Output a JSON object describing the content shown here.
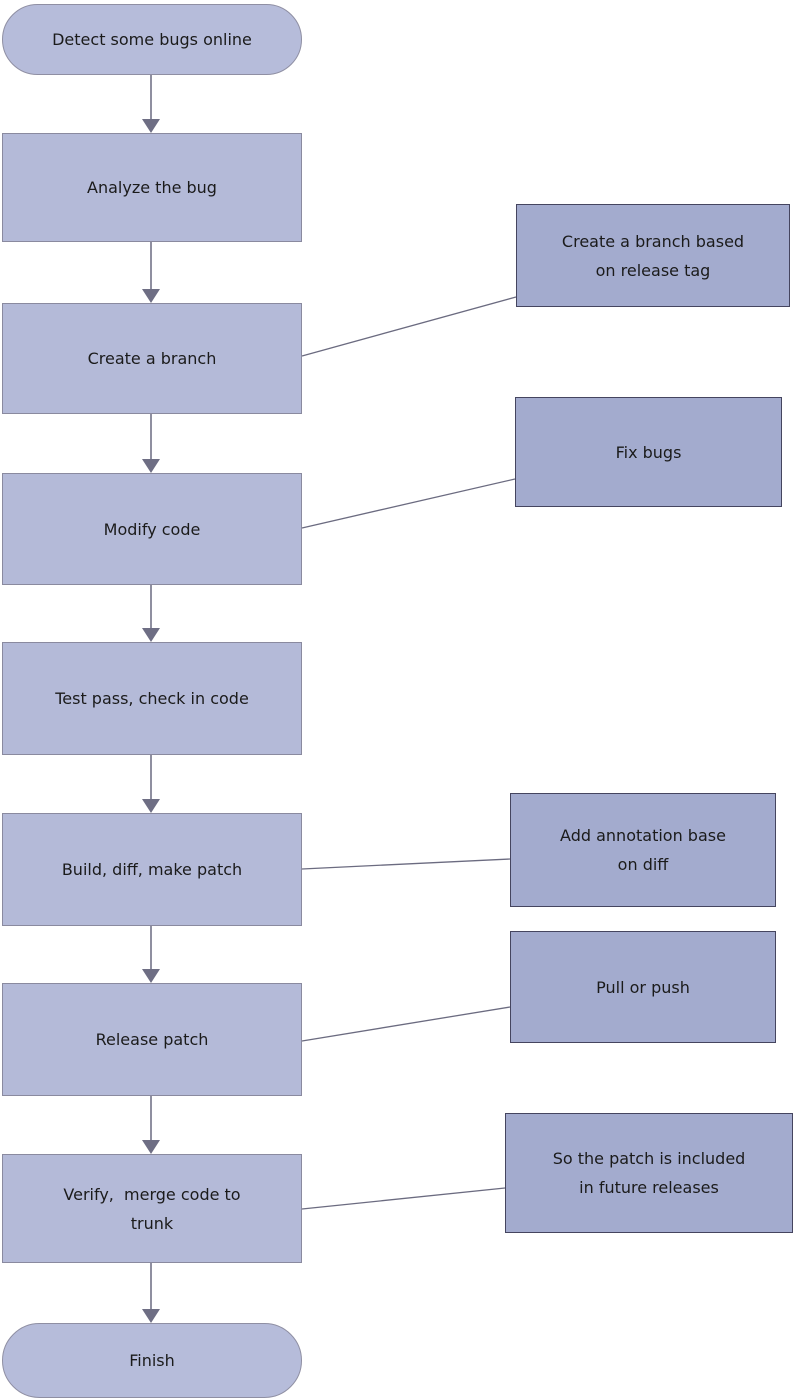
{
  "diagram": {
    "type": "flowchart",
    "background": "#ffffff",
    "colors": {
      "process_fill": "#b4bad8",
      "process_border": "#8a8a9f",
      "terminator_fill": "#b6bcda",
      "terminator_border": "#8f8fa3",
      "annotation_fill": "#a3abce",
      "annotation_border": "#45455f",
      "edge": "#8f8fa0",
      "arrowhead": "#6e6e84",
      "connector": "#6b6b80",
      "text": "#1b1b1b"
    },
    "nodes": {
      "start": {
        "label": "Detect some bugs online",
        "shape": "terminator"
      },
      "analyze": {
        "label": "Analyze the bug",
        "shape": "process"
      },
      "create_branch": {
        "label": "Create a branch",
        "shape": "process"
      },
      "modify_code": {
        "label": "Modify code",
        "shape": "process"
      },
      "test_pass": {
        "label": "Test pass, check in code",
        "shape": "process"
      },
      "build_patch": {
        "label": "Build, diff, make patch",
        "shape": "process"
      },
      "release_patch": {
        "label": "Release patch",
        "shape": "process"
      },
      "verify_merge": {
        "label": "Verify,  merge code to\ntrunk",
        "shape": "process"
      },
      "finish": {
        "label": "Finish",
        "shape": "terminator"
      }
    },
    "flow_order": [
      "start",
      "analyze",
      "create_branch",
      "modify_code",
      "test_pass",
      "build_patch",
      "release_patch",
      "verify_merge",
      "finish"
    ],
    "annotations": {
      "branch_note": {
        "label": "Create a branch based\non release tag",
        "attached_to": "create_branch"
      },
      "fix_note": {
        "label": "Fix bugs",
        "attached_to": "modify_code"
      },
      "diff_note": {
        "label": "Add annotation base\non diff",
        "attached_to": "build_patch"
      },
      "push_note": {
        "label": "Pull or push",
        "attached_to": "release_patch"
      },
      "future_note": {
        "label": "So the patch is included\nin future releases",
        "attached_to": "verify_merge"
      }
    }
  }
}
